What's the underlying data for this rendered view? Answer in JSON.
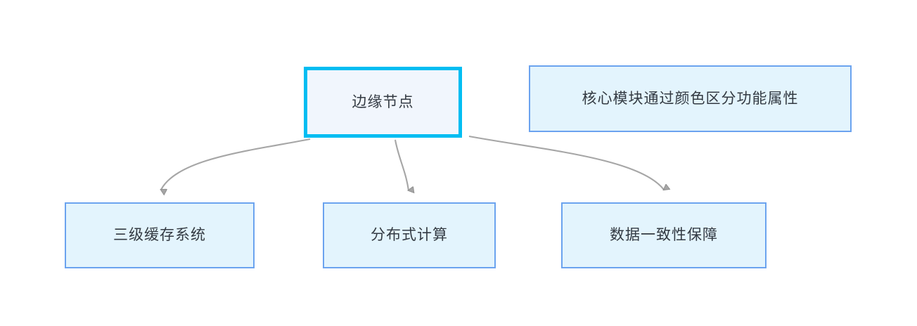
{
  "diagram": {
    "type": "flowchart",
    "title": "",
    "background_color": "#ffffff",
    "node_fill": "#e3f4fd",
    "node_border": "#6ba3ef",
    "selected_fill": "#f1f6fd",
    "selected_border": "#00bdf2",
    "text_color": "#333a42",
    "edge_color": "#a6a6a6",
    "nodes": [
      {
        "id": "edge-node",
        "label": "边缘节点",
        "selected": true,
        "role": "root"
      },
      {
        "id": "legend",
        "label": "核心模块通过颜色区分功能属性",
        "selected": false,
        "role": "annotation"
      },
      {
        "id": "cache",
        "label": "三级缓存系统",
        "selected": false,
        "role": "child"
      },
      {
        "id": "compute",
        "label": "分布式计算",
        "selected": false,
        "role": "child"
      },
      {
        "id": "consistency",
        "label": "数据一致性保障",
        "selected": false,
        "role": "child"
      }
    ],
    "edges": [
      {
        "from": "edge-node",
        "to": "cache",
        "arrow": "triangle"
      },
      {
        "from": "edge-node",
        "to": "compute",
        "arrow": "triangle"
      },
      {
        "from": "edge-node",
        "to": "consistency",
        "arrow": "triangle"
      }
    ]
  }
}
